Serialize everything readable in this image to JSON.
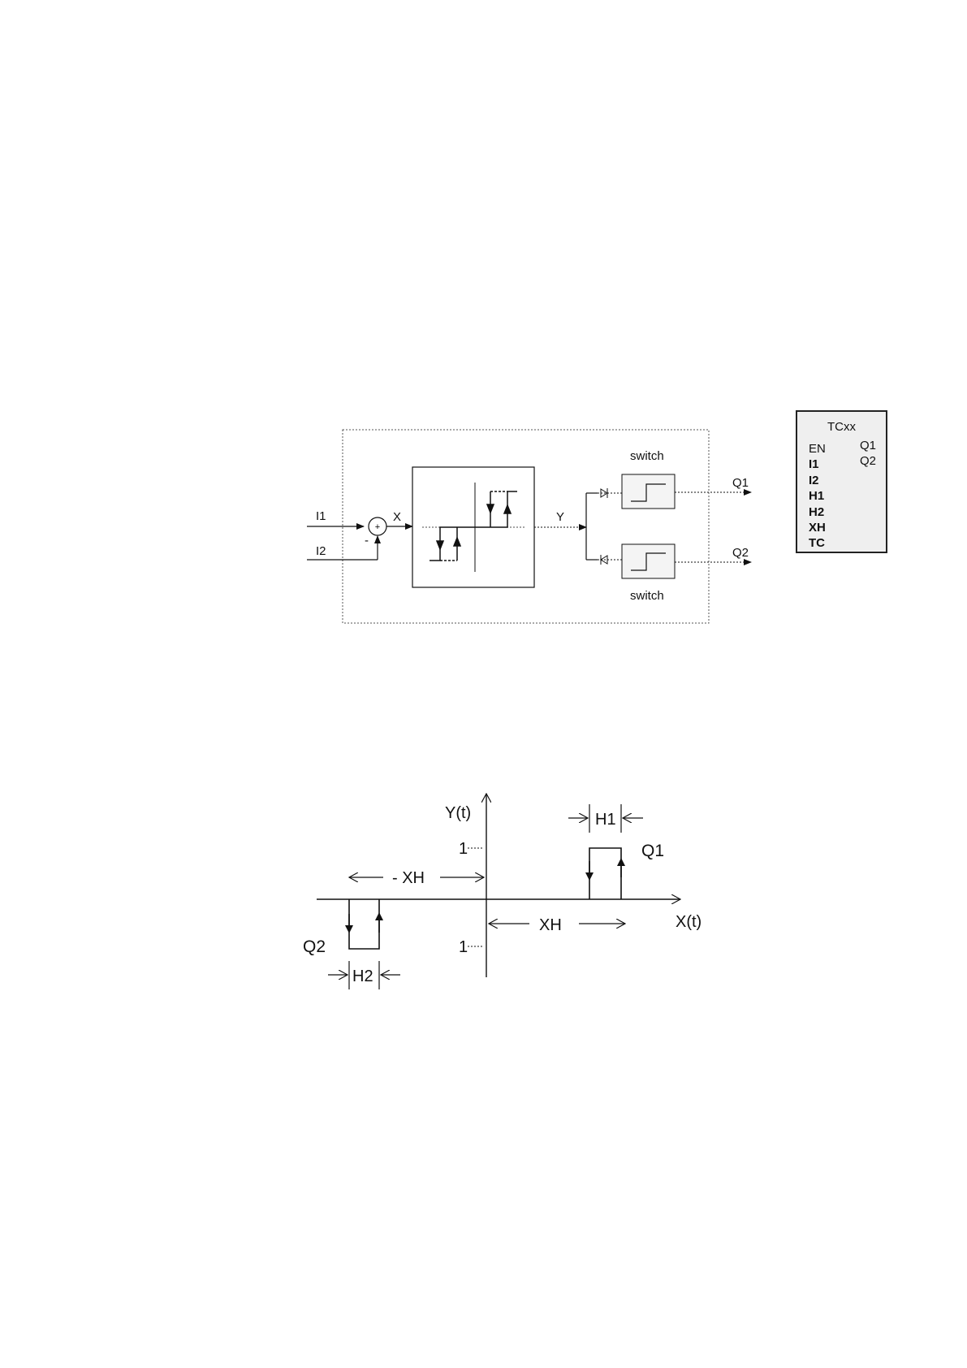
{
  "block_diagram": {
    "input_1": "I1",
    "input_2": "I2",
    "sum_plus": "+",
    "sum_minus": "-",
    "signal_x": "X",
    "signal_y": "Y",
    "switch_top": "switch",
    "switch_bottom": "switch",
    "output_1": "Q1",
    "output_2": "Q2"
  },
  "function_block": {
    "title": "TCxx",
    "inputs": [
      "EN",
      "I1",
      "I2",
      "H1",
      "H2",
      "XH",
      "TC"
    ],
    "outputs": [
      "Q1",
      "Q2"
    ]
  },
  "graph": {
    "y_axis": "Y(t)",
    "x_axis": "X(t)",
    "tick_top": "1",
    "tick_bottom": "1",
    "hysteresis_1": "H1",
    "hysteresis_2": "H2",
    "output_1": "Q1",
    "output_2": "Q2",
    "neg_offset": "- XH",
    "pos_offset": "XH"
  }
}
